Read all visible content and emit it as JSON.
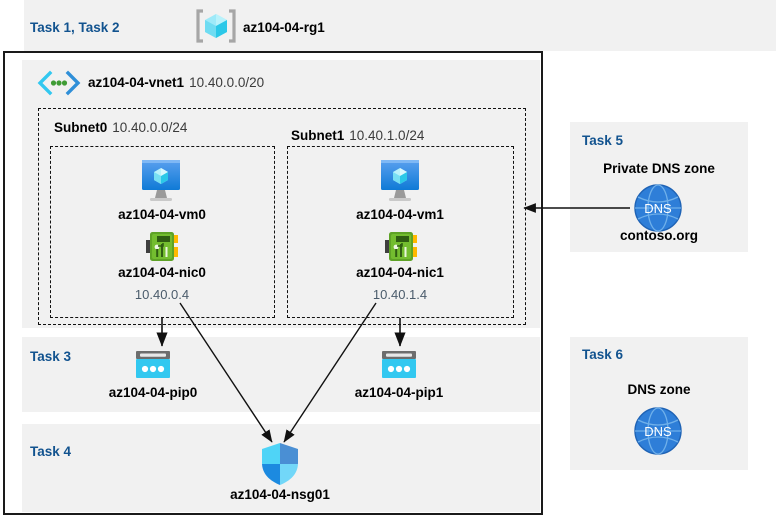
{
  "diagram": {
    "title_bar": {
      "task_label": "Task 1, Task 2",
      "resource_group_name": "az104-04-rg1",
      "resource_group_icon": "resource-group-icon"
    },
    "vnet": {
      "name": "az104-04-vnet1",
      "address_space": "10.40.0.0/20",
      "icon": "virtual-network-icon"
    },
    "subnets": [
      {
        "name": "Subnet0",
        "address_prefix": "10.40.0.0/24",
        "vm": {
          "name": "az104-04-vm0",
          "icon": "virtual-machine-icon"
        },
        "nic": {
          "name": "az104-04-nic0",
          "private_ip": "10.40.0.4",
          "icon": "network-interface-icon"
        }
      },
      {
        "name": "Subnet1",
        "address_prefix": "10.40.1.0/24",
        "vm": {
          "name": "az104-04-vm1",
          "icon": "virtual-machine-icon"
        },
        "nic": {
          "name": "az104-04-nic1",
          "private_ip": "10.40.1.4",
          "icon": "network-interface-icon"
        }
      }
    ],
    "task3": {
      "task_label": "Task 3",
      "public_ips": [
        {
          "name": "az104-04-pip0",
          "icon": "public-ip-address-icon"
        },
        {
          "name": "az104-04-pip1",
          "icon": "public-ip-address-icon"
        }
      ]
    },
    "task4": {
      "task_label": "Task 4",
      "nsg": {
        "name": "az104-04-nsg01",
        "icon": "network-security-group-icon"
      }
    },
    "task5": {
      "task_label": "Task 5",
      "heading": "Private DNS zone",
      "zone_name": "contoso.org",
      "icon": "dns-zone-icon",
      "icon_text": "DNS"
    },
    "task6": {
      "task_label": "Task 6",
      "heading": "DNS zone",
      "icon": "dns-zone-icon",
      "icon_text": "DNS"
    },
    "colors": {
      "panel_background": "#f1f1f1",
      "task_label": "#12538f",
      "border": "#1a1a1a",
      "azure_blue": "#0078d4",
      "cyan": "#32c8f0",
      "nic_green": "#5ea226",
      "dns_blue": "#2e7ed8",
      "ip_text": "#4a5b6b"
    }
  }
}
